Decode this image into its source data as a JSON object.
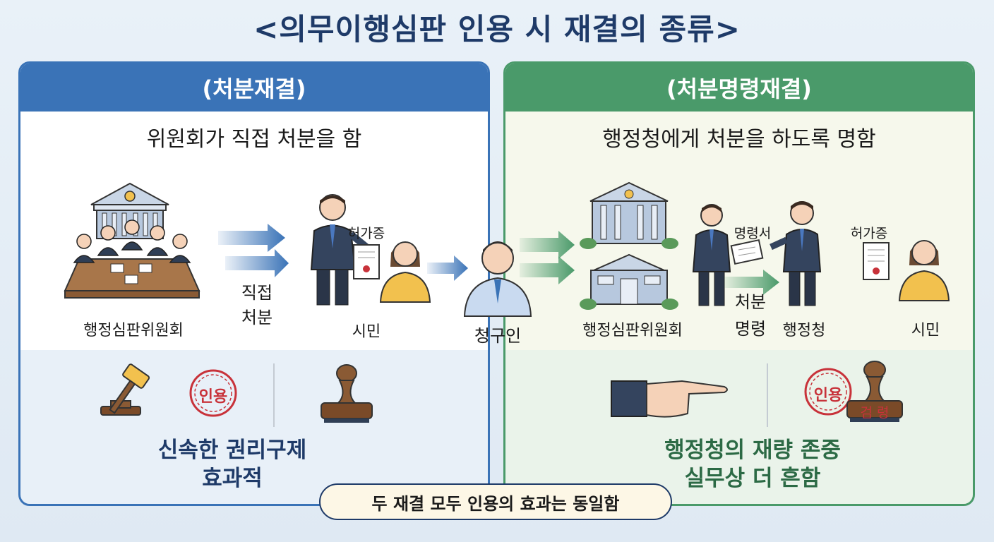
{
  "title": "<의무이행심판 인용 시 재결의 종류>",
  "left": {
    "header": "(처분재결)",
    "subtitle": "위원회가 직접 처분을 함",
    "committee_label": "행정심판위원회",
    "action_label_1": "직접",
    "action_label_2": "처분",
    "permit_label": "허가증",
    "citizen_label": "시민",
    "stamp_text": "인용",
    "bottom_line1": "신속한 권리구제",
    "bottom_line2": "효과적"
  },
  "center": {
    "claimant_label": "청구인"
  },
  "right": {
    "header": "(처분명령재결)",
    "subtitle": "행정청에게 처분을 하도록 명함",
    "committee_label": "행정심판위원회",
    "order_doc_label": "명령서",
    "action_label_1": "처분",
    "action_label_2": "명령",
    "agency_label": "행정청",
    "permit_label": "허가증",
    "citizen_label": "시민",
    "stamp_text": "인용",
    "seal_text": "검 령",
    "bottom_line1": "행정청의 재량 존중",
    "bottom_line2": "실무상 더 흔함"
  },
  "footer": "두 재결 모두 인용의 효과는 동일함",
  "colors": {
    "title": "#1e3a68",
    "left_accent": "#3a73b7",
    "right_accent": "#4a9a6a",
    "stamp_red": "#c8323a"
  },
  "icons": [
    "courthouse-icon",
    "meeting-table-icon",
    "official-person-icon",
    "citizen-icon",
    "permit-document-icon",
    "gavel-icon",
    "stamp-icon",
    "pointing-hand-icon",
    "arrow-icon"
  ]
}
